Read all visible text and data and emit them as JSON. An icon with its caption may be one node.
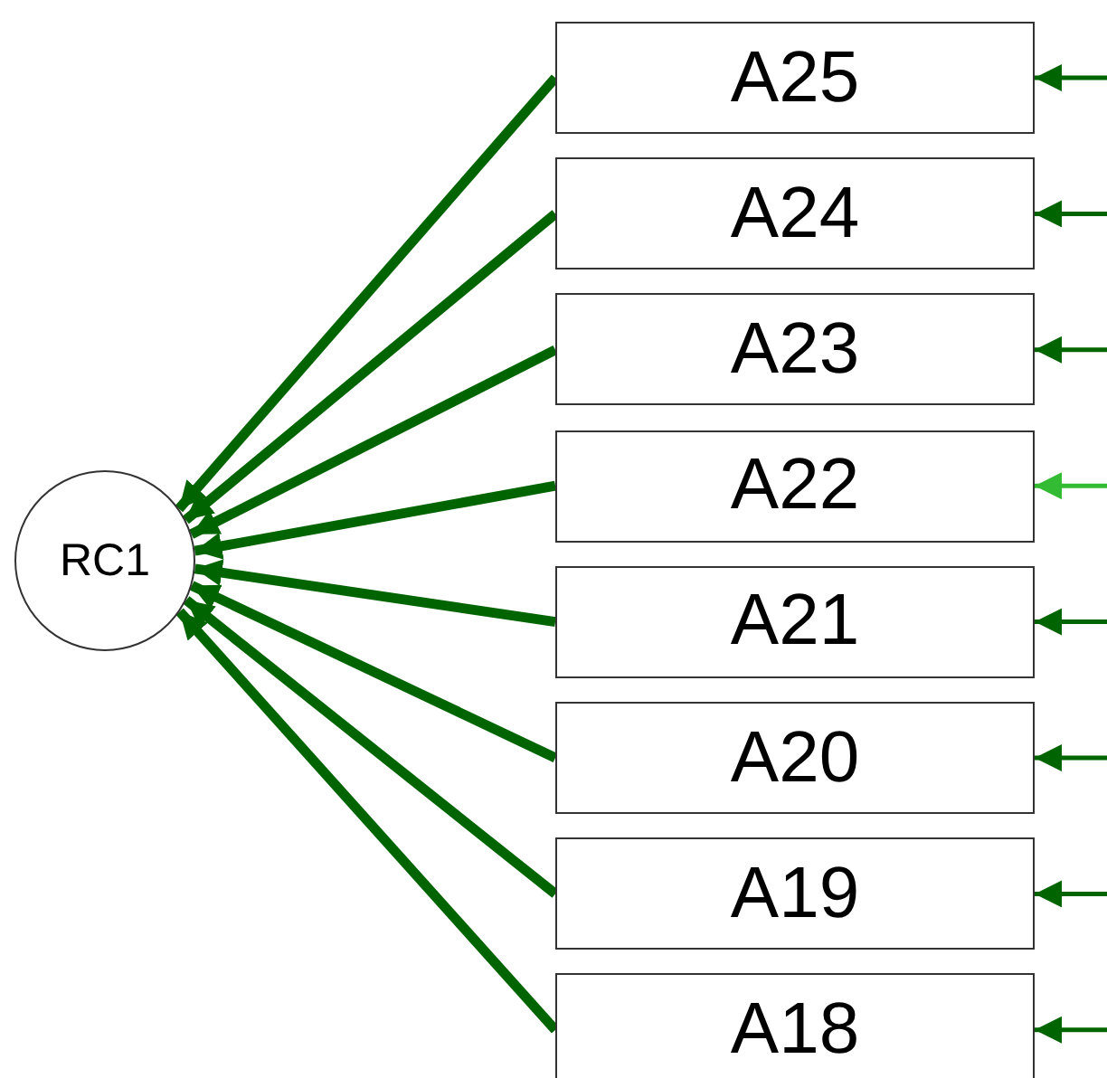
{
  "diagram": {
    "nodes": [
      {
        "text": [
          "RC1"
        ]
      },
      {
        "text": [
          "A25"
        ]
      },
      {
        "text": [
          "A24"
        ]
      },
      {
        "text": [
          "A23"
        ]
      },
      {
        "text": [
          "A22"
        ]
      },
      {
        "text": [
          "A21"
        ]
      },
      {
        "text": [
          "A20"
        ]
      },
      {
        "text": [
          "A19"
        ]
      },
      {
        "text": [
          "A18"
        ]
      }
    ],
    "edges": [
      {
        "from": 1,
        "to": 0,
        "arrow": "to",
        "style": "thick"
      },
      {
        "from": 2,
        "to": 0,
        "arrow": "to",
        "style": "thick"
      },
      {
        "from": 3,
        "to": 0,
        "arrow": "to",
        "style": "thick"
      },
      {
        "from": 4,
        "to": 0,
        "arrow": "to",
        "style": "thick"
      },
      {
        "from": 5,
        "to": 0,
        "arrow": "to",
        "style": "thick"
      },
      {
        "from": 6,
        "to": 0,
        "arrow": "to",
        "style": "thick"
      },
      {
        "from": 7,
        "to": 0,
        "arrow": "to",
        "style": "thick"
      },
      {
        "from": 8,
        "to": 0,
        "arrow": "to",
        "style": "thick"
      },
      {
        "from": null,
        "to": 1,
        "arrow": "to"
      },
      {
        "from": null,
        "to": 2,
        "arrow": "to"
      },
      {
        "from": null,
        "to": 3,
        "arrow": "to"
      },
      {
        "from": null,
        "to": 4,
        "arrow": "to",
        "color": "#33bb33"
      },
      {
        "from": null,
        "to": 5,
        "arrow": "to"
      },
      {
        "from": null,
        "to": 6,
        "arrow": "to"
      },
      {
        "from": null,
        "to": 7,
        "arrow": "to"
      },
      {
        "from": null,
        "to": 8,
        "arrow": "to"
      }
    ]
  }
}
